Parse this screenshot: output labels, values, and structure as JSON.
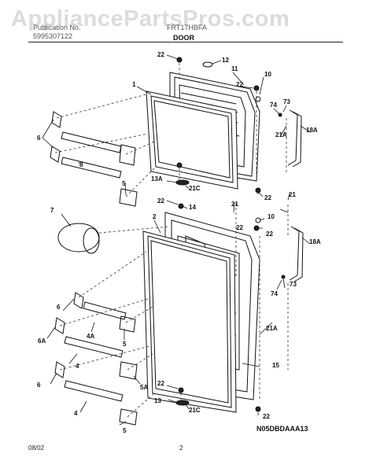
{
  "watermark": "AppliancePartsPros.com",
  "header": {
    "left_line1": "Publication No.",
    "left_line2": "5995307122",
    "model": "FRT17HBFA",
    "section": "DOOR"
  },
  "diagram_code": "N05DBDAAA13",
  "footer": {
    "date": "08/02",
    "page": "2"
  },
  "callouts": {
    "c22a": "22",
    "c12": "12",
    "c11": "11",
    "c10a": "10",
    "c22b": "22",
    "c1": "1",
    "c74a": "74",
    "c73a": "73",
    "c18a1": "18A",
    "c21a1": "21A",
    "c6a": "6",
    "c8": "8",
    "c5a": "5",
    "c13a": "13A",
    "c21c1": "21C",
    "c22c": "22",
    "c21a": "21",
    "c22d": "22",
    "c14": "14",
    "c7": "7",
    "c2": "2",
    "c10b": "10",
    "c22e": "22",
    "c18a2": "18A",
    "c73b": "73",
    "c74b": "74",
    "c6b": "6",
    "c4a": "4A",
    "c5b": "5",
    "c6ab": "6A",
    "c4b": "4",
    "c21a2": "21A",
    "c15": "15",
    "c6c": "6",
    "c5ac": "5A",
    "c22f": "22",
    "c13b": "13",
    "c21c2": "21C",
    "c22g": "22",
    "c4c": "4",
    "c5c": "5",
    "c21b": "21",
    "c22h": "22"
  }
}
